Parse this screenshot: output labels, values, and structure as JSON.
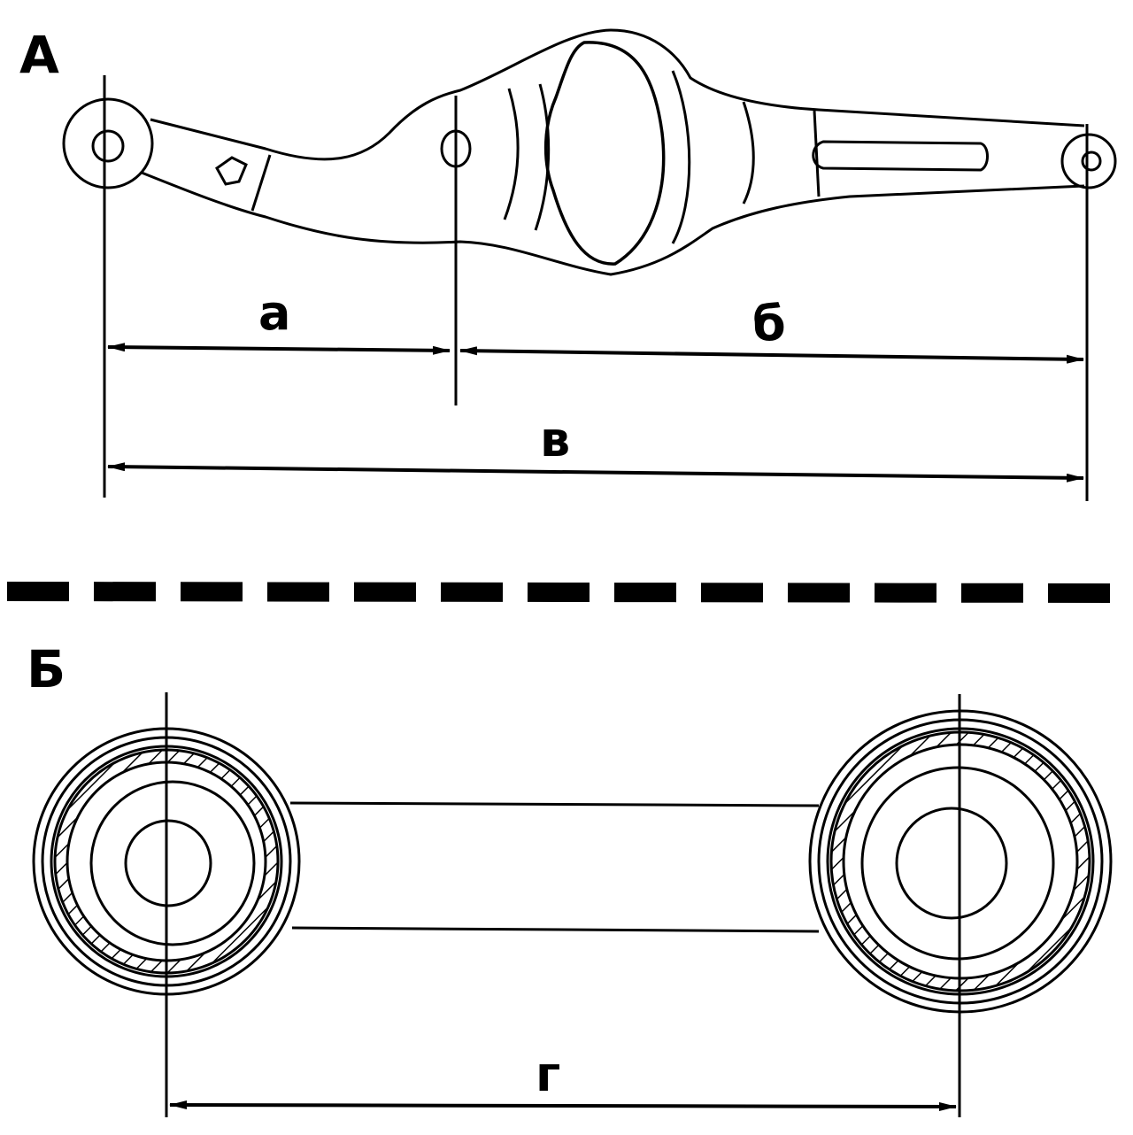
{
  "panels": {
    "top": {
      "label": "А"
    },
    "bottom": {
      "label": "Б"
    }
  },
  "dimensions": {
    "a": "а",
    "b": "б",
    "v": "в",
    "g": "г"
  },
  "colors": {
    "ink": "#000000",
    "paper": "#ffffff"
  }
}
